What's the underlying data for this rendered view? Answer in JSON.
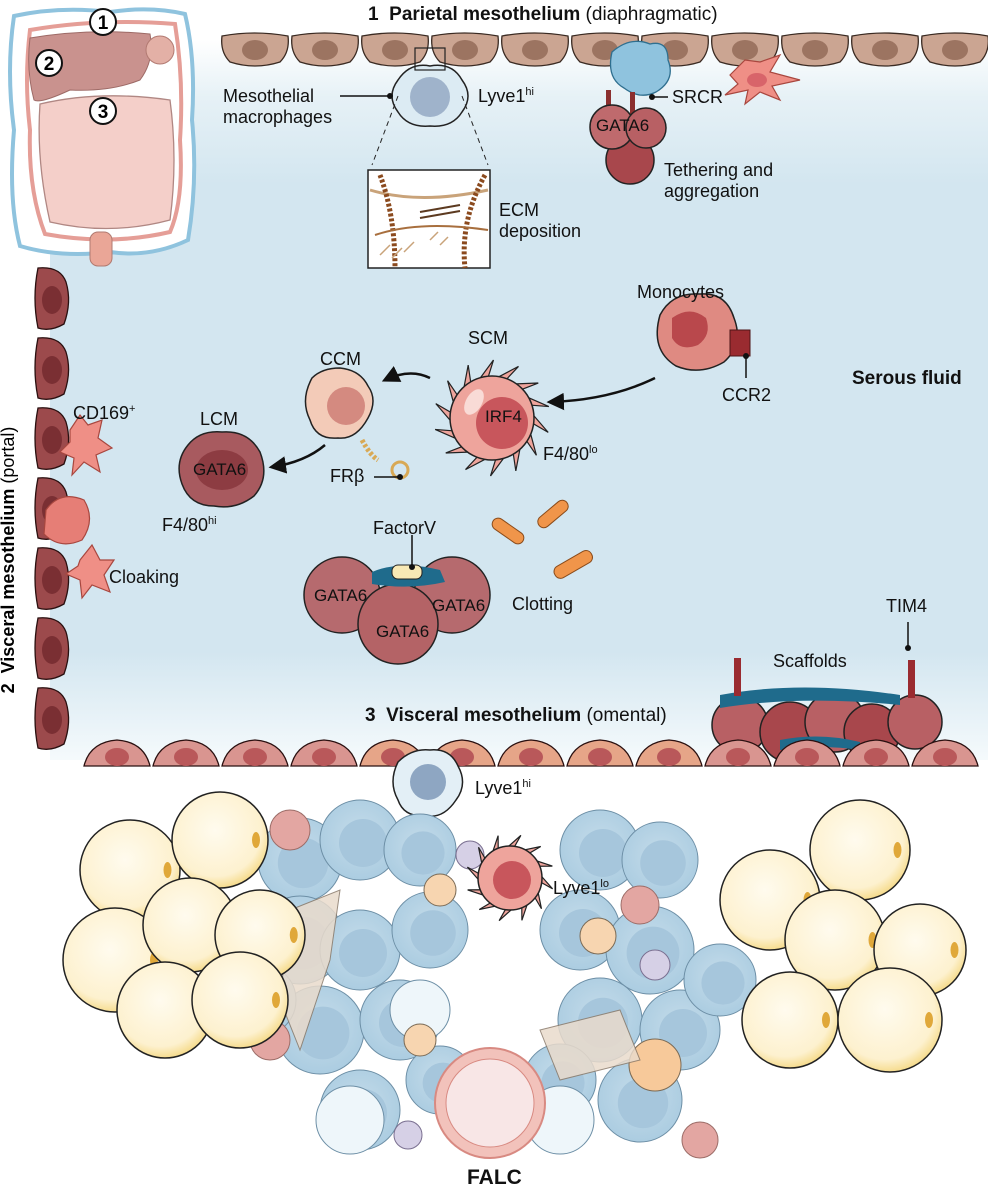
{
  "figure": {
    "regions": [
      {
        "number": "1",
        "name": "Parietal mesothelium",
        "qualifier": "(diaphragmatic)"
      },
      {
        "number": "2",
        "name": "Visceral mesothelium",
        "qualifier": "(portal)"
      },
      {
        "number": "3",
        "name": "Visceral mesothelium",
        "qualifier": "(omental)"
      }
    ],
    "inset_markers": [
      "1",
      "2",
      "3"
    ],
    "serous_fluid_label": "Serous fluid",
    "falc_label": "FALC",
    "colors": {
      "serous_fluid": "#d3e6f0",
      "parietal_cells": "#c9a48f",
      "portal_cells": "#9c4a4c",
      "omental_cells": "#d99590",
      "gata6_macrophage": "#b46366",
      "scm": "#eea49c",
      "ccm": "#f3cbb8",
      "monocyte": "#df8a82",
      "mesothelial_macrophage": "#dcebf3",
      "adipocyte": "#fdf4d8",
      "bacteria": "#f0954a",
      "clot": "#1f6b8c"
    }
  },
  "labels": {
    "mesothelial_macrophages": "Mesothelial\nmacrophages",
    "mesothelial_line1": "Mesothelial",
    "mesothelial_line2": "macrophages",
    "lyve1_top": "Lyve1",
    "lyve1_top_sup": "hi",
    "ecm_line1": "ECM",
    "ecm_line2": "deposition",
    "srcr": "SRCR",
    "gata6": "GATA6",
    "tethering_line1": "Tethering and",
    "tethering_line2": "aggregation",
    "monocytes": "Monocytes",
    "ccr2": "CCR2",
    "scm": "SCM",
    "irf4": "IRF4",
    "f480_lo": "F4/80",
    "f480_lo_sup": "lo",
    "ccm": "CCM",
    "frb": "FRβ",
    "lcm": "LCM",
    "f480_hi": "F4/80",
    "f480_hi_sup": "hi",
    "cd169": "CD169",
    "cd169_sup": "+",
    "cloaking": "Cloaking",
    "factorv": "FactorV",
    "clotting": "Clotting",
    "tim4": "TIM4",
    "scaffolds": "Scaffolds",
    "lyve1_omental": "Lyve1",
    "lyve1_omental_sup": "hi",
    "lyve1_falc": "Lyve1",
    "lyve1_falc_sup": "lo"
  }
}
